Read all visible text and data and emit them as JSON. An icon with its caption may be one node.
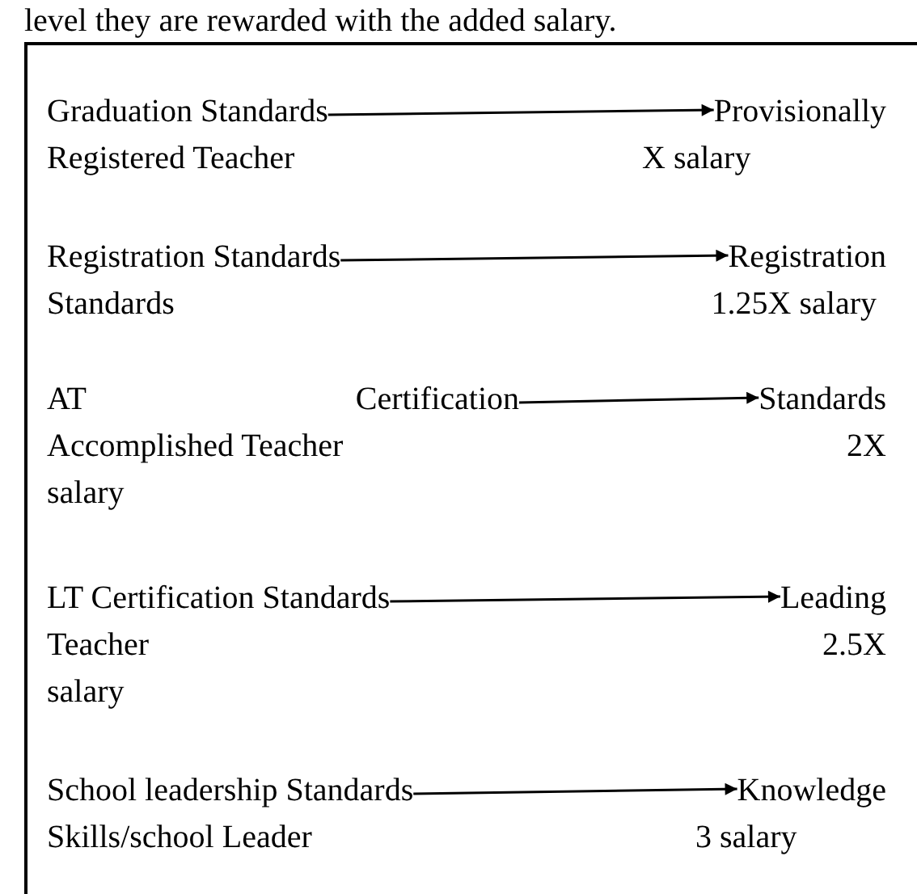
{
  "diagram": {
    "nodes": [
      {
        "text": [
          "Graduation Standards"
        ]
      },
      {
        "text": [
          "Provisionally"
        ]
      },
      {
        "text": [
          "Registration Standards"
        ]
      },
      {
        "text": [
          "Registration"
        ]
      },
      {
        "text": [
          "AT Certification"
        ]
      },
      {
        "text": [
          "Standards"
        ]
      },
      {
        "text": [
          "LT Certification Standards"
        ]
      },
      {
        "text": [
          "Leading"
        ]
      },
      {
        "text": [
          "School leadership Standards"
        ]
      },
      {
        "text": [
          "Knowledge"
        ]
      }
    ],
    "edges": [
      {
        "from": 0,
        "to": 1,
        "arrow": "to"
      },
      {
        "from": 2,
        "to": 3,
        "arrow": "to"
      },
      {
        "from": 4,
        "to": 5,
        "arrow": "to"
      },
      {
        "from": 6,
        "to": 7,
        "arrow": "to"
      },
      {
        "from": 8,
        "to": 9,
        "arrow": "to"
      }
    ],
    "labels": [
      "level they are rewarded with the added salary.",
      "Registered Teacher",
      "X salary",
      "Standards",
      "1.25X salary",
      "Accomplished Teacher",
      "2X",
      "salary",
      "Teacher",
      "2.5X",
      "salary",
      "Skills/school Leader",
      "3 salary"
    ]
  }
}
